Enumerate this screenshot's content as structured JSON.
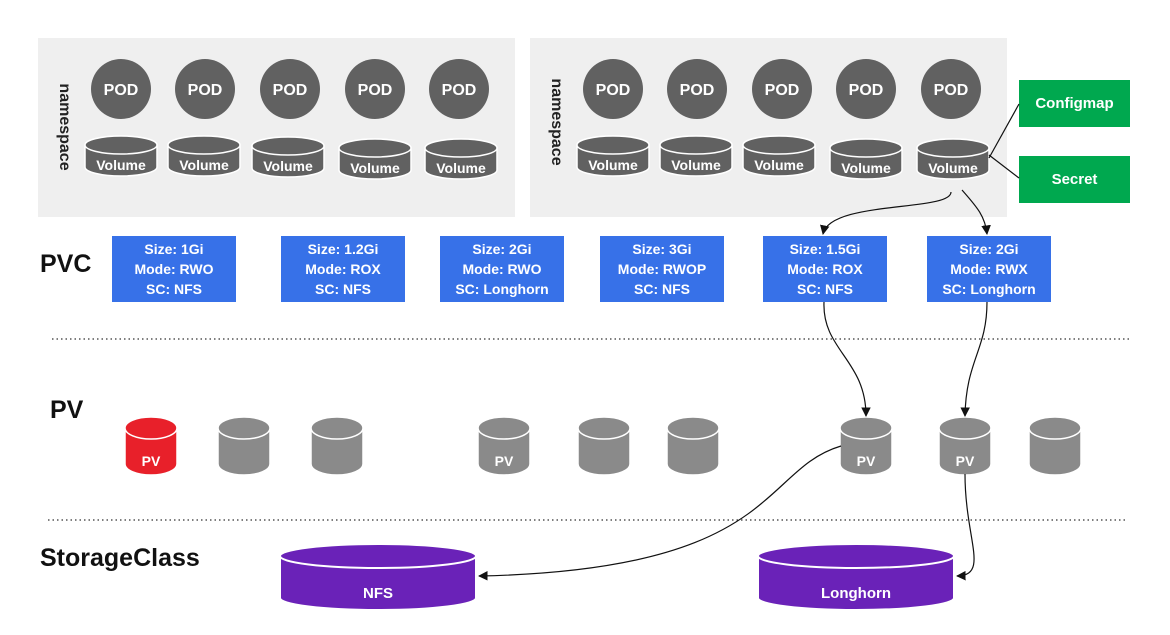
{
  "labels": {
    "pvc": "PVC",
    "pv": "PV",
    "storageclass": "StorageClass"
  },
  "namespaces": [
    {
      "label": "namespace",
      "pods": [
        "POD",
        "POD",
        "POD",
        "POD",
        "POD"
      ],
      "volumes": [
        "Volume",
        "Volume",
        "Volume",
        "Volume",
        "Volume"
      ]
    },
    {
      "label": "namespace",
      "pods": [
        "POD",
        "POD",
        "POD",
        "POD",
        "POD"
      ],
      "volumes": [
        "Volume",
        "Volume",
        "Volume",
        "Volume",
        "Volume"
      ]
    }
  ],
  "config_sources": [
    "Configmap",
    "Secret"
  ],
  "pvcs": [
    {
      "size": "Size: 1Gi",
      "mode": "Mode: RWO",
      "sc": "SC: NFS"
    },
    {
      "size": "Size: 1.2Gi",
      "mode": "Mode: ROX",
      "sc": "SC: NFS"
    },
    {
      "size": "Size: 2Gi",
      "mode": "Mode: RWO",
      "sc": "SC: Longhorn"
    },
    {
      "size": "Size: 3Gi",
      "mode": "Mode: RWOP",
      "sc": "SC: NFS"
    },
    {
      "size": "Size: 1.5Gi",
      "mode": "Mode: ROX",
      "sc": "SC: NFS"
    },
    {
      "size": "Size: 2Gi",
      "mode": "Mode: RWX",
      "sc": "SC: Longhorn"
    }
  ],
  "pvs": [
    {
      "label": "PV",
      "color": "#e8202a"
    },
    {
      "label": "",
      "color": "#8a8a8a"
    },
    {
      "label": "",
      "color": "#8a8a8a"
    },
    {
      "label": "PV",
      "color": "#8a8a8a"
    },
    {
      "label": "",
      "color": "#8a8a8a"
    },
    {
      "label": "",
      "color": "#8a8a8a"
    },
    {
      "label": "PV",
      "color": "#8a8a8a"
    },
    {
      "label": "PV",
      "color": "#8a8a8a"
    },
    {
      "label": "",
      "color": "#8a8a8a"
    }
  ],
  "storage_classes": [
    "NFS",
    "Longhorn"
  ],
  "colors": {
    "pod": "#616161",
    "pvc": "#3771e8",
    "config": "#00a84f",
    "pv": "#8a8a8a",
    "pv_highlight": "#e8202a",
    "storageclass": "#6a22b8",
    "namespace_bg": "#efefef"
  }
}
